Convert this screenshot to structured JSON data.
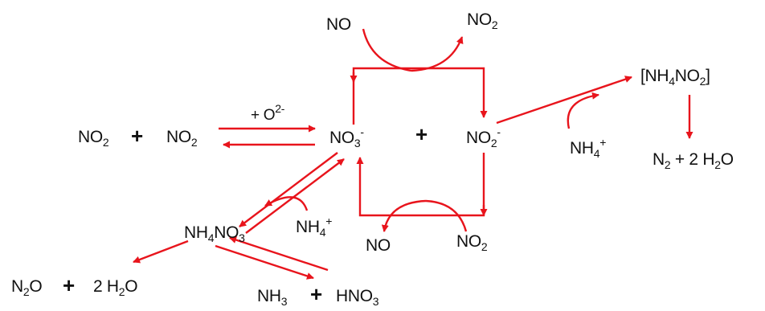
{
  "species": {
    "no_top": "NO",
    "no2_top": "NO",
    "o2_minus": "+ O",
    "no2_left_a": "NO",
    "no2_left_b": "NO",
    "nitrate": "NO",
    "nitrite": "NO",
    "nh4_right": "NH",
    "nh4no2": "[NH",
    "n2": "N",
    "two_h2o_right": "+ 2 H",
    "nh4no3": "NH",
    "nh4_mid": "NH",
    "no_bottom": "NO",
    "no2_bottom": "NO",
    "n2o": "N",
    "two_h2o_left": "2 H",
    "nh3": "NH",
    "hno3": "HNO"
  },
  "scripts": {
    "s2": "2",
    "s3": "3",
    "s4": "4",
    "charge_2minus": "2-",
    "charge_minus": "-",
    "charge_plus": "+",
    "o_suffix": "O",
    "no2_suffix": "NO",
    "close_bracket": "]",
    "plus_sign": "+"
  },
  "colors": {
    "arrow": "#e8141c",
    "text": "#111111",
    "background": "#ffffff"
  }
}
